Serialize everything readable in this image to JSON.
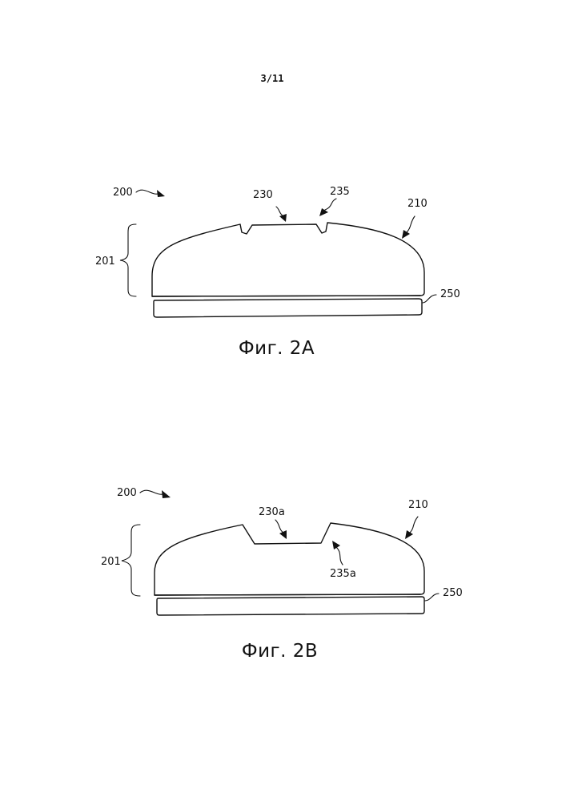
{
  "page": {
    "number": "3/11"
  },
  "figures": [
    {
      "caption": "Фиг. 2A",
      "labels": {
        "device": "200",
        "body": "201",
        "cap": "210",
        "recess": "230",
        "groove": "235",
        "base_layer": "250"
      }
    },
    {
      "caption": "Фиг. 2B",
      "labels": {
        "device": "200",
        "body": "201",
        "cap": "210",
        "recess": "230a",
        "groove": "235a",
        "base_layer": "250"
      }
    }
  ]
}
